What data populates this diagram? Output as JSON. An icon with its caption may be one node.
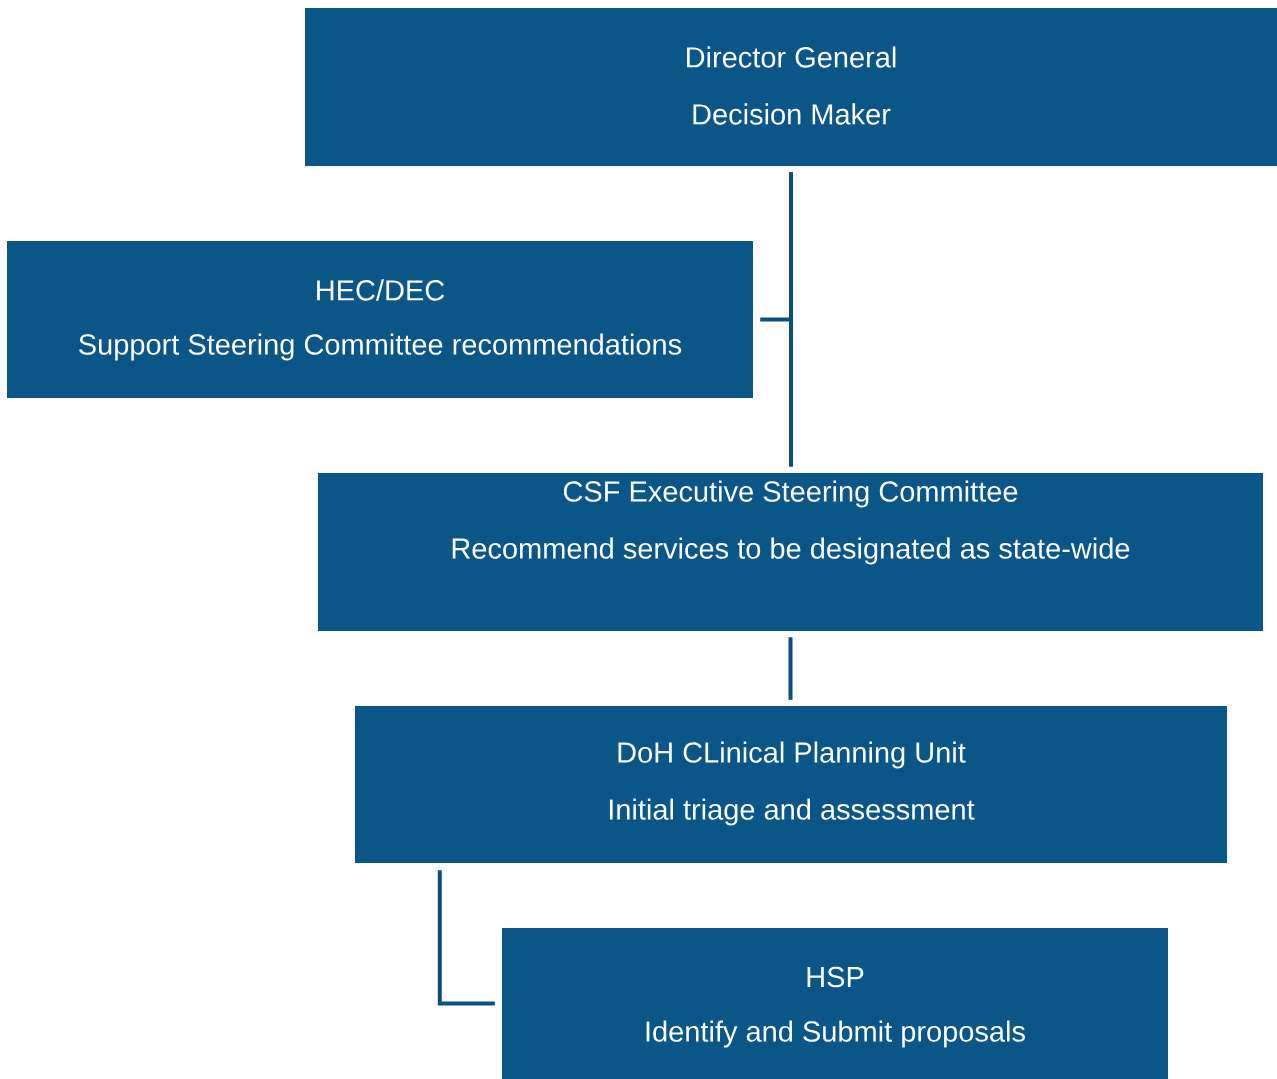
{
  "diagram": {
    "nodes": [
      {
        "text": [
          "Director General",
          "Decision Maker"
        ]
      },
      {
        "text": [
          "HEC/DEC",
          "Support Steering Committee recommendations"
        ]
      },
      {
        "text": [
          "CSF Executive Steering Committee",
          "Recommend services to be designated as state-wide"
        ]
      },
      {
        "text": [
          "DoH CLinical Planning Unit",
          "Initial triage and assessment"
        ]
      },
      {
        "text": [
          "HSP",
          "Identify and Submit proposals"
        ]
      }
    ],
    "edges": [
      {
        "from": 0,
        "to": 2,
        "arrow": "none"
      },
      {
        "from": 1,
        "to": 0,
        "arrow": "none"
      },
      {
        "from": 2,
        "to": 3,
        "arrow": "none"
      },
      {
        "from": 3,
        "to": 4,
        "arrow": "none"
      }
    ]
  }
}
